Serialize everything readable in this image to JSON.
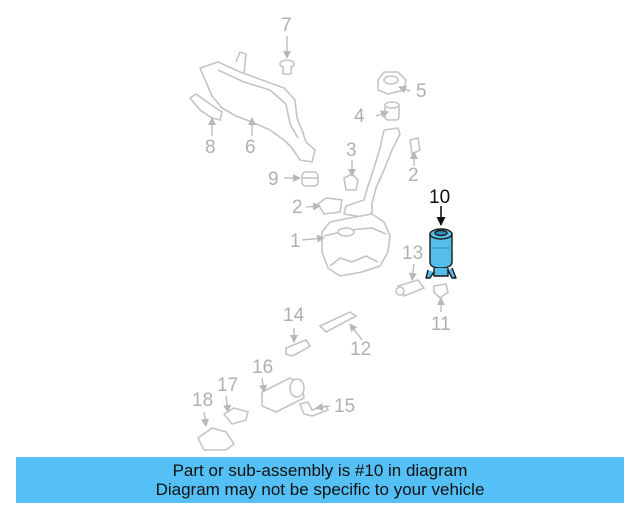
{
  "diagram": {
    "highlight_part": "10",
    "colors": {
      "part_line": "#c4c4c4",
      "highlight_fill": "#55bde8",
      "highlight_line": "#1a1a1a",
      "caption_bg": "#55c0f5"
    },
    "callouts": [
      {
        "id": "1",
        "label": "1"
      },
      {
        "id": "2a",
        "label": "2"
      },
      {
        "id": "2b",
        "label": "2"
      },
      {
        "id": "3",
        "label": "3"
      },
      {
        "id": "4",
        "label": "4"
      },
      {
        "id": "5",
        "label": "5"
      },
      {
        "id": "6",
        "label": "6"
      },
      {
        "id": "7",
        "label": "7"
      },
      {
        "id": "8",
        "label": "8"
      },
      {
        "id": "9",
        "label": "9"
      },
      {
        "id": "10",
        "label": "10"
      },
      {
        "id": "11",
        "label": "11"
      },
      {
        "id": "12",
        "label": "12"
      },
      {
        "id": "13",
        "label": "13"
      },
      {
        "id": "14",
        "label": "14"
      },
      {
        "id": "15",
        "label": "15"
      },
      {
        "id": "16",
        "label": "16"
      },
      {
        "id": "17",
        "label": "17"
      },
      {
        "id": "18",
        "label": "18"
      }
    ]
  },
  "caption": {
    "line1": "Part or sub-assembly is #10 in diagram",
    "line2": "Diagram may not be specific to your vehicle"
  }
}
